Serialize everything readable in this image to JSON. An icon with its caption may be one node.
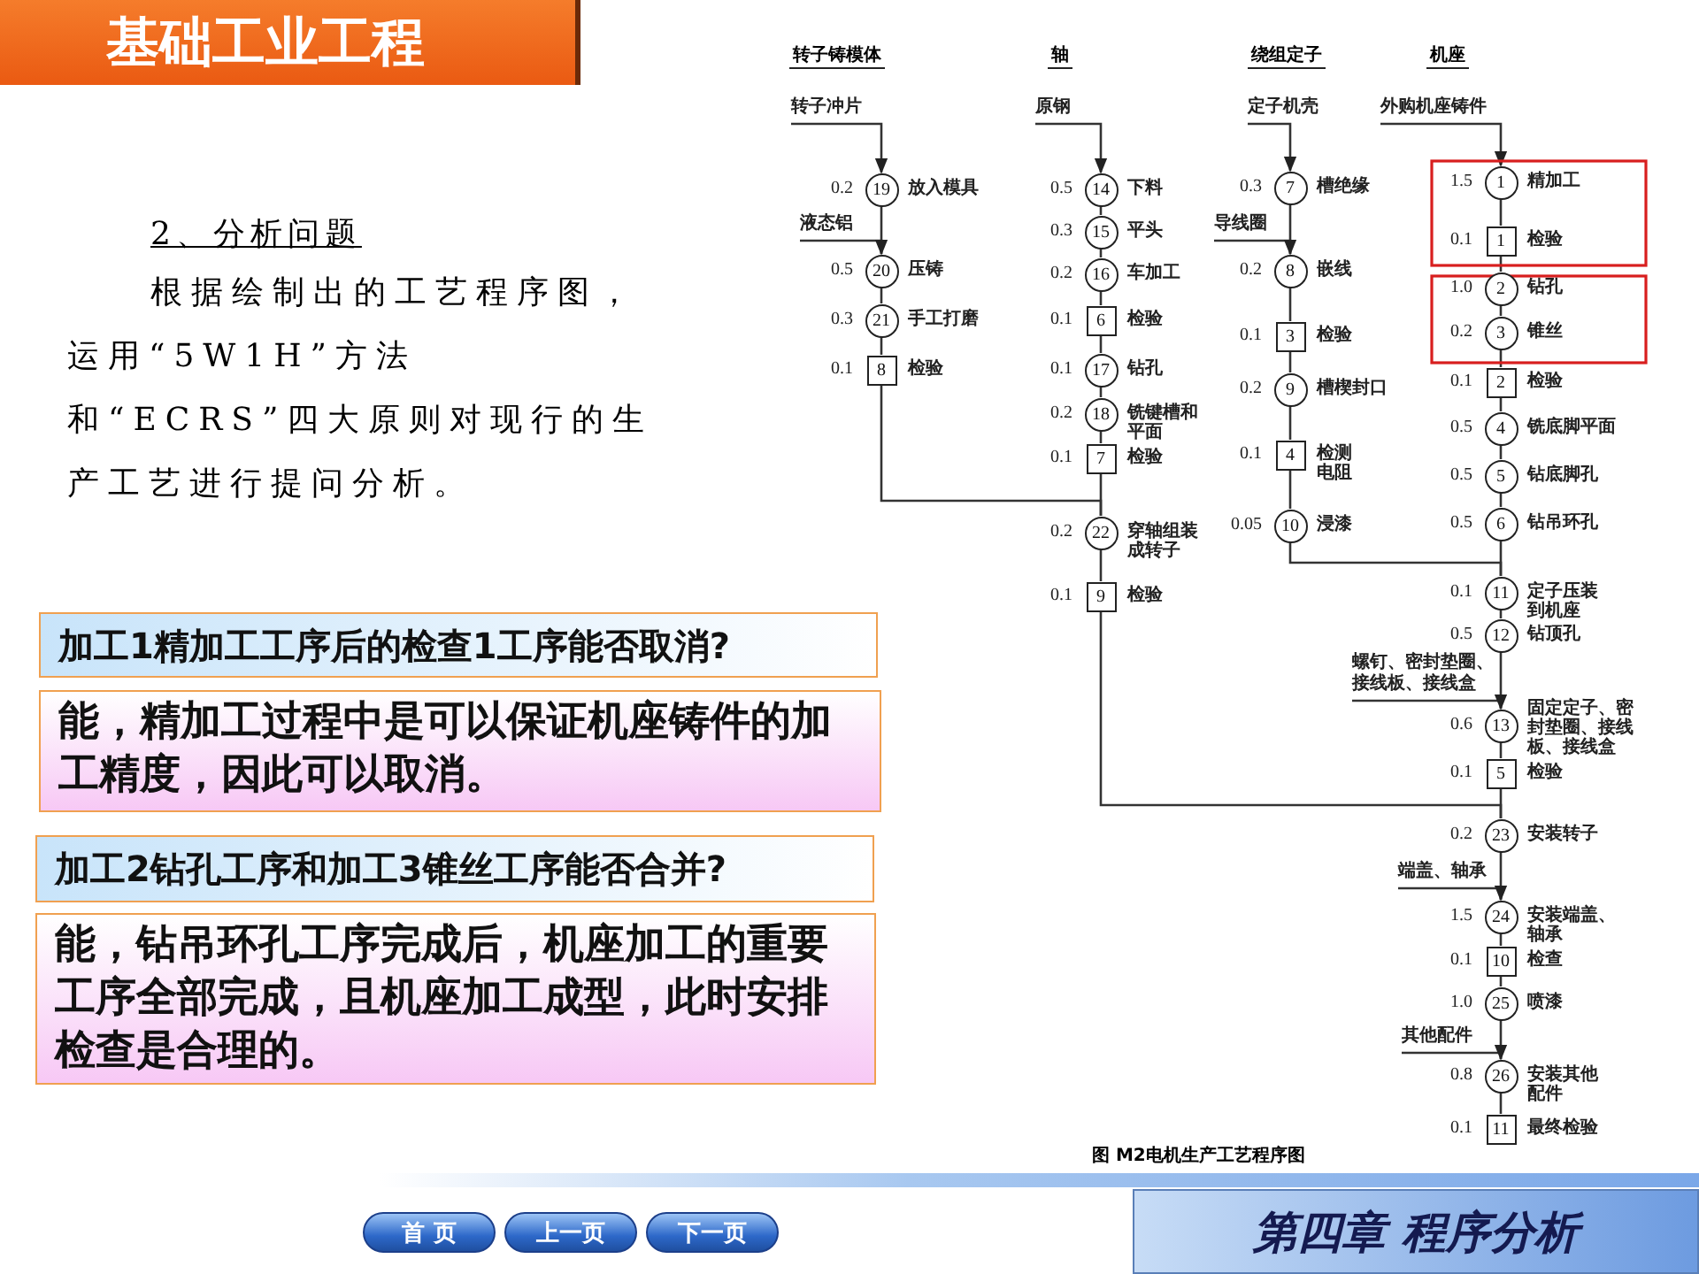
{
  "diagram": {
    "title": "基础工业工程",
    "caption": "图 M2电机生产工艺程序图",
    "nodes": [
      {
        "text": [
          "转子冲片"
        ]
      },
      {
        "text": [
          "19"
        ],
        "beside": [
          "0.2",
          "放入模具"
        ]
      },
      {
        "text": [
          "液态铝"
        ]
      },
      {
        "text": [
          "20"
        ],
        "beside": [
          "0.5",
          "压铸"
        ]
      },
      {
        "text": [
          "21"
        ],
        "beside": [
          "0.3",
          "手工打磨"
        ]
      },
      {
        "text": [
          "8"
        ],
        "beside": [
          "0.1",
          "检验"
        ]
      },
      {
        "text": [
          "原钢"
        ]
      },
      {
        "text": [
          "14"
        ],
        "beside": [
          "0.5",
          "下料"
        ]
      },
      {
        "text": [
          "15"
        ],
        "beside": [
          "0.3",
          "平头"
        ]
      },
      {
        "text": [
          "16"
        ],
        "beside": [
          "0.2",
          "车加工"
        ]
      },
      {
        "text": [
          "6"
        ],
        "beside": [
          "0.1",
          "检验"
        ]
      },
      {
        "text": [
          "17"
        ],
        "beside": [
          "0.1",
          "钻孔"
        ]
      },
      {
        "text": [
          "18"
        ],
        "beside": [
          "0.2",
          "铣键槽和平面"
        ]
      },
      {
        "text": [
          "7"
        ],
        "beside": [
          "0.1",
          "检验"
        ]
      },
      {
        "text": [
          "22"
        ],
        "beside": [
          "0.2",
          "穿轴组装成转子"
        ]
      },
      {
        "text": [
          "9"
        ],
        "beside": [
          "0.1",
          "检验"
        ]
      },
      {
        "text": [
          "定子机壳"
        ]
      },
      {
        "text": [
          "7"
        ],
        "beside": [
          "0.3",
          "槽绝缘"
        ]
      },
      {
        "text": [
          "导线圈"
        ]
      },
      {
        "text": [
          "8"
        ],
        "beside": [
          "0.2",
          "嵌线"
        ]
      },
      {
        "text": [
          "3"
        ],
        "beside": [
          "0.1",
          "检验"
        ]
      },
      {
        "text": [
          "9"
        ],
        "beside": [
          "0.2",
          "槽楔封口"
        ]
      },
      {
        "text": [
          "4"
        ],
        "beside": [
          "0.1",
          "检测电阻"
        ]
      },
      {
        "text": [
          "10"
        ],
        "beside": [
          "0.05",
          "浸漆"
        ]
      },
      {
        "text": [
          "外购机座铸件"
        ]
      },
      {
        "text": [
          "1"
        ],
        "beside": [
          "1.5",
          "精加工"
        ]
      },
      {
        "text": [
          "1"
        ],
        "beside": [
          "0.1",
          "检验"
        ]
      },
      {
        "text": [
          "2"
        ],
        "beside": [
          "1.0",
          "钻孔"
        ]
      },
      {
        "text": [
          "3"
        ],
        "beside": [
          "0.2",
          "锥丝"
        ]
      },
      {
        "text": [
          "2"
        ],
        "beside": [
          "0.1",
          "检验"
        ]
      },
      {
        "text": [
          "4"
        ],
        "beside": [
          "0.5",
          "铣底脚平面"
        ]
      },
      {
        "text": [
          "5"
        ],
        "beside": [
          "0.5",
          "钻底脚孔"
        ]
      },
      {
        "text": [
          "6"
        ],
        "beside": [
          "0.5",
          "钻吊环孔"
        ]
      },
      {
        "text": [
          "11"
        ],
        "beside": [
          "0.1",
          "定子压装到机座"
        ]
      },
      {
        "text": [
          "12"
        ],
        "beside": [
          "0.5",
          "钻顶孔"
        ]
      },
      {
        "text": [
          "螺钉、密封垫圈、接线板、接线盒"
        ]
      },
      {
        "text": [
          "13"
        ],
        "beside": [
          "0.6",
          "固定定子、密封垫圈、接线板、接线盒"
        ]
      },
      {
        "text": [
          "5"
        ],
        "beside": [
          "0.1",
          "检验"
        ]
      },
      {
        "text": [
          "23"
        ],
        "beside": [
          "0.2",
          "安装转子"
        ]
      },
      {
        "text": [
          "端盖、轴承"
        ]
      },
      {
        "text": [
          "24"
        ],
        "beside": [
          "1.5",
          "安装端盖、轴承"
        ]
      },
      {
        "text": [
          "10"
        ],
        "beside": [
          "0.1",
          "检查"
        ]
      },
      {
        "text": [
          "25"
        ],
        "beside": [
          "1.0",
          "喷漆"
        ]
      },
      {
        "text": [
          "其他配件"
        ]
      },
      {
        "text": [
          "26"
        ],
        "beside": [
          "0.8",
          "安装其他配件"
        ]
      },
      {
        "text": [
          "11"
        ],
        "beside": [
          "0.1",
          "最终检验"
        ]
      },
      {
        "text": [
          "加工1精加工工序后的检查1工序能否取消?"
        ]
      },
      {
        "text": [
          "能，精加工过程中是可以保证机座铸件的加工精度，因此可以取消。"
        ]
      },
      {
        "text": [
          "加工2钻孔工序和加工3锥丝工序能否合并?"
        ]
      },
      {
        "text": [
          "能，钻吊环孔工序完成后，机座加工的重要工序全部完成，且机座加工成型，此时安排检查是合理的。"
        ]
      }
    ],
    "edges": [
      {
        "from": 0,
        "to": 1,
        "arrow": "to"
      },
      {
        "from": 1,
        "to": 3,
        "arrow": "none"
      },
      {
        "from": 2,
        "to": 3,
        "arrow": "to"
      },
      {
        "from": 3,
        "to": 4,
        "arrow": "none"
      },
      {
        "from": 4,
        "to": 5,
        "arrow": "none"
      },
      {
        "from": 5,
        "to": 14,
        "arrow": "none"
      },
      {
        "from": 6,
        "to": 7,
        "arrow": "to"
      },
      {
        "from": 7,
        "to": 8,
        "arrow": "none"
      },
      {
        "from": 8,
        "to": 9,
        "arrow": "none"
      },
      {
        "from": 9,
        "to": 10,
        "arrow": "none"
      },
      {
        "from": 10,
        "to": 11,
        "arrow": "none"
      },
      {
        "from": 11,
        "to": 12,
        "arrow": "none"
      },
      {
        "from": 12,
        "to": 13,
        "arrow": "none"
      },
      {
        "from": 13,
        "to": 14,
        "arrow": "none"
      },
      {
        "from": 14,
        "to": 15,
        "arrow": "none"
      },
      {
        "from": 15,
        "to": 38,
        "arrow": "none"
      },
      {
        "from": 16,
        "to": 17,
        "arrow": "to"
      },
      {
        "from": 17,
        "to": 19,
        "arrow": "none"
      },
      {
        "from": 18,
        "to": 19,
        "arrow": "to"
      },
      {
        "from": 19,
        "to": 20,
        "arrow": "none"
      },
      {
        "from": 20,
        "to": 21,
        "arrow": "none"
      },
      {
        "from": 21,
        "to": 22,
        "arrow": "none"
      },
      {
        "from": 22,
        "to": 23,
        "arrow": "none"
      },
      {
        "from": 23,
        "to": 33,
        "arrow": "none"
      },
      {
        "from": 24,
        "to": 25,
        "arrow": "to"
      },
      {
        "from": 25,
        "to": 26,
        "arrow": "none"
      },
      {
        "from": 26,
        "to": 27,
        "arrow": "none"
      },
      {
        "from": 27,
        "to": 28,
        "arrow": "none"
      },
      {
        "from": 28,
        "to": 29,
        "arrow": "none"
      },
      {
        "from": 29,
        "to": 30,
        "arrow": "none"
      },
      {
        "from": 30,
        "to": 31,
        "arrow": "none"
      },
      {
        "from": 31,
        "to": 32,
        "arrow": "none"
      },
      {
        "from": 32,
        "to": 33,
        "arrow": "none"
      },
      {
        "from": 33,
        "to": 34,
        "arrow": "none"
      },
      {
        "from": 34,
        "to": 36,
        "arrow": "none"
      },
      {
        "from": 35,
        "to": 36,
        "arrow": "to"
      },
      {
        "from": 36,
        "to": 37,
        "arrow": "none"
      },
      {
        "from": 37,
        "to": 38,
        "arrow": "none"
      },
      {
        "from": 38,
        "to": 40,
        "arrow": "none"
      },
      {
        "from": 39,
        "to": 40,
        "arrow": "to"
      },
      {
        "from": 40,
        "to": 41,
        "arrow": "none"
      },
      {
        "from": 41,
        "to": 42,
        "arrow": "none"
      },
      {
        "from": 42,
        "to": 44,
        "arrow": "none"
      },
      {
        "from": 43,
        "to": 44,
        "arrow": "to"
      },
      {
        "from": 44,
        "to": 45,
        "arrow": "none"
      }
    ],
    "labels": [
      "2、分析问题",
      "根据绘制出的工艺程序图，运用“5W1H”方法和“ECRS”四大原则对现行的生产工艺进行提问分析。",
      "转子铸模体",
      "轴",
      "绕组定子",
      "机座",
      "首 页",
      "上一页",
      "下一页",
      "第四章 程序分析"
    ]
  }
}
